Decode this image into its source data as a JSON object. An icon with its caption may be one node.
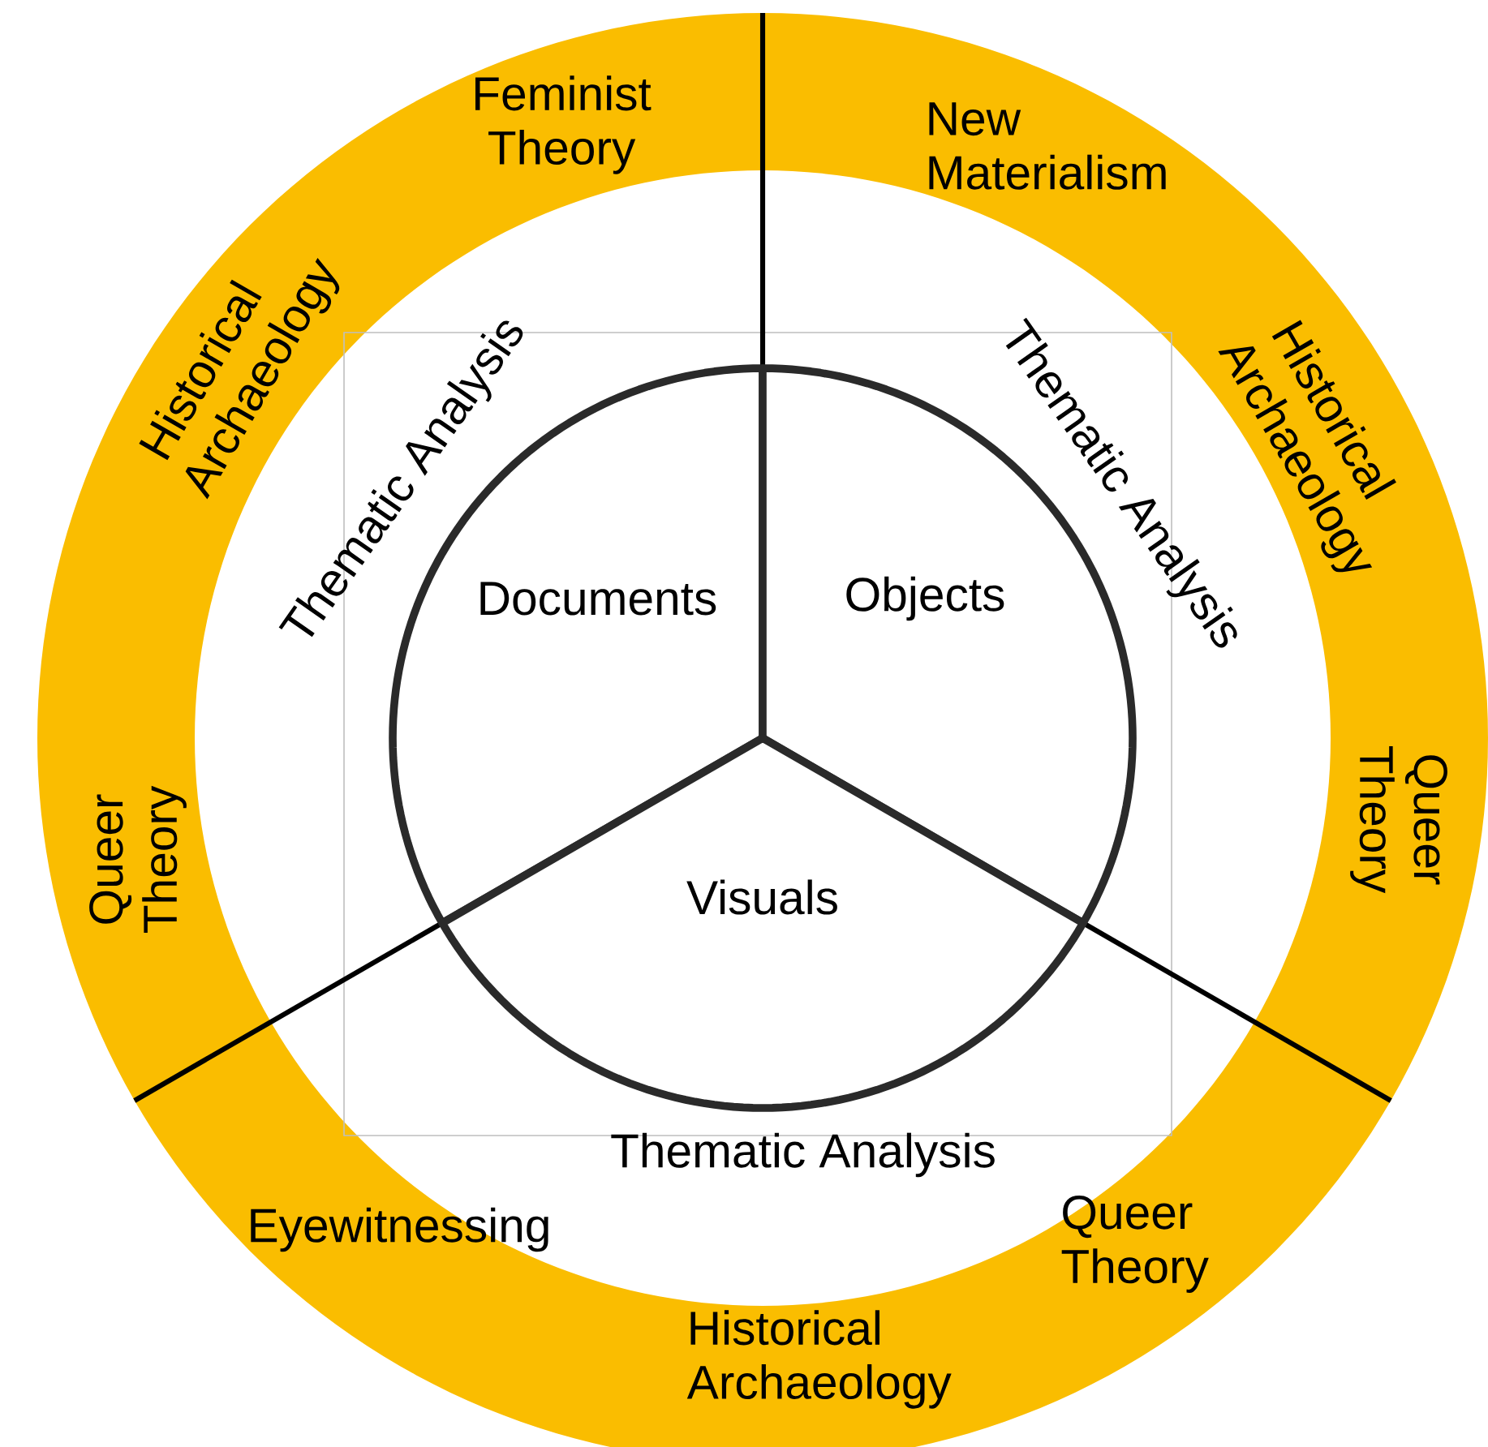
{
  "diagram": {
    "nodes": [
      {
        "text": [
          "Feminist Theory",
          "Historical Archaeology",
          "Queer Theory"
        ]
      },
      {
        "text": [
          "New Materialism",
          "Historical Archaeology",
          "Queer Theory"
        ]
      },
      {
        "text": [
          "Eyewitnessing",
          "Historical Archaeology",
          "Queer Theory"
        ]
      },
      {
        "text": [
          "Documents"
        ]
      },
      {
        "text": [
          "Objects"
        ]
      },
      {
        "text": [
          "Visuals"
        ]
      }
    ],
    "labels": [
      "Thematic Analysis",
      "Thematic Analysis",
      "Thematic Analysis"
    ]
  }
}
